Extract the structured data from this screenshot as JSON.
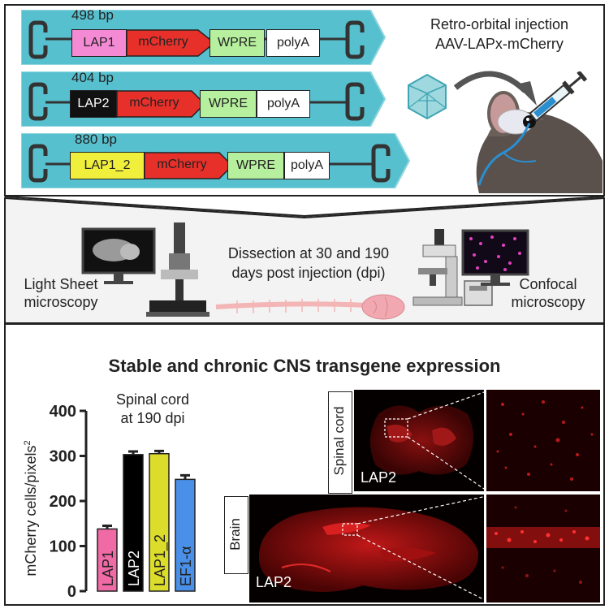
{
  "constructs": [
    {
      "size": "498 bp",
      "promoter": "LAP1",
      "promoter_color": "#f48ad4",
      "promoter_text": "#222222",
      "reporter": "mCherry",
      "element": "WPRE",
      "tail": "polyA"
    },
    {
      "size": "404 bp",
      "promoter": "LAP2",
      "promoter_color": "#111111",
      "promoter_text": "#ffffff",
      "reporter": "mCherry",
      "element": "WPRE",
      "tail": "polyA"
    },
    {
      "size": "880 bp",
      "promoter": "LAP1_2",
      "promoter_color": "#f0ef3c",
      "promoter_text": "#222222",
      "reporter": "mCherry",
      "element": "WPRE",
      "tail": "polyA"
    }
  ],
  "injection": {
    "line1": "Retro-orbital injection",
    "line2": "AAV-LAPx-mCherry"
  },
  "middle": {
    "left_label_1": "Light Sheet",
    "left_label_2": "microscopy",
    "center_line1": "Dissection at 30 and 190",
    "center_line2": "days post injection (dpi)",
    "right_label_1": "Confocal",
    "right_label_2": "microscopy"
  },
  "bottom_title": "Stable and chronic CNS transgene expression",
  "chart_data": {
    "type": "bar",
    "title_line1": "Spinal cord",
    "title_line2": "at 190 dpi",
    "ylabel": "mCherry cells/pixels",
    "ylabel_sup": "2",
    "ylim": [
      0,
      400
    ],
    "yticks": [
      "0",
      "100",
      "200",
      "300",
      "400"
    ],
    "categories": [
      "LAP1",
      "LAP2",
      "LAP1_2",
      "EF1-α"
    ],
    "values": [
      138,
      303,
      305,
      248
    ],
    "errors": [
      7,
      7,
      6,
      9
    ],
    "colors": [
      "#f06aa6",
      "#000000",
      "#dcdc2a",
      "#4a90e8"
    ]
  },
  "images": {
    "spinal_label": "Spinal cord",
    "spinal_tag": "LAP2",
    "brain_label": "Brain",
    "brain_tag": "LAP2"
  },
  "colors": {
    "teal_panel": "#4fb8c8",
    "mcherry": "#e8302a",
    "wpre": "#b6ef9e",
    "fluor_red": "#d41010"
  }
}
